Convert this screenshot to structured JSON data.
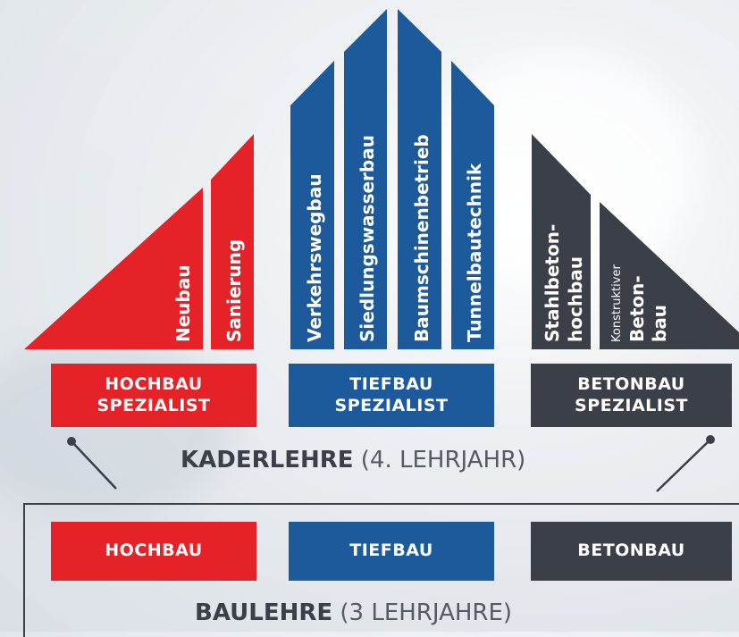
{
  "roof": {
    "hochbau": [
      "Neubau",
      "Sanierung"
    ],
    "tiefbau": [
      "Verkehrswegbau",
      "Siedlungswasserbau",
      "Baumschinenbetrieb",
      "Tunnelbautechnik"
    ],
    "betonbau": {
      "stahlbeton_line1": "Stahlbeton-",
      "stahlbeton_line2": "hochbau",
      "konstruktiv_small": "Konstruktiver",
      "konstruktiv_line1": "Beton-",
      "konstruktiv_line2": "bau"
    }
  },
  "specialist": {
    "hochbau": {
      "line1": "HOCHBAU",
      "line2": "SPEZIALIST"
    },
    "tiefbau": {
      "line1": "TIEFBAU",
      "line2": "SPEZIALIST"
    },
    "betonbau": {
      "line1": "BETONBAU",
      "line2": "SPEZIALIST"
    }
  },
  "kaderlehre": {
    "strong": "KADERLEHRE",
    "light": " (4. LEHRJAHR)"
  },
  "base": {
    "hochbau": "HOCHBAU",
    "tiefbau": "TIEFBAU",
    "betonbau": "BETONBAU"
  },
  "baulehre": {
    "strong": "BAULEHRE",
    "light": " (3 LEHRJAHRE)"
  },
  "colors": {
    "hochbau": "#e52228",
    "tiefbau": "#1c5a9b",
    "betonbau": "#3b4048"
  }
}
